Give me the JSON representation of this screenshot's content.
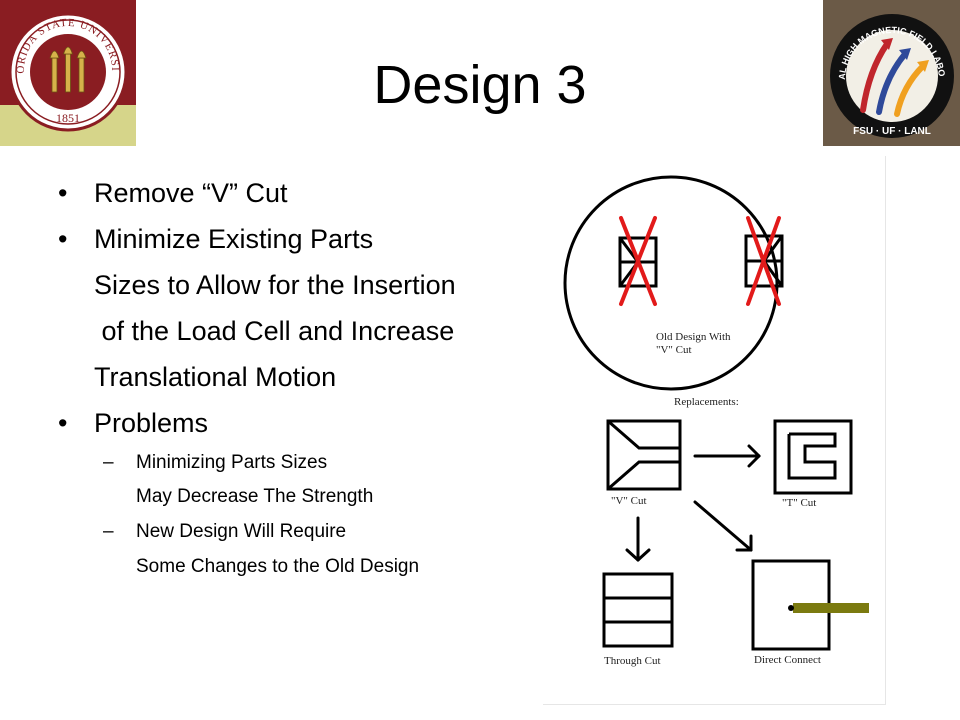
{
  "slide": {
    "title": "Design 3"
  },
  "logos": {
    "fsu": {
      "icon": "fsu-seal-icon",
      "text_top": "FLORIDA STATE UNIVERSITY",
      "year": "1851",
      "colors": {
        "garnet": "#8a1d22",
        "gold": "#d6d58a"
      }
    },
    "nhmfl": {
      "icon": "nhmfl-badge-icon",
      "text_arc": "NATIONAL HIGH MAGNETIC FIELD LABORATORY",
      "text_bottom": "FSU · UF · LANL",
      "colors": {
        "background": "#6b5a47",
        "red": "#c0262c",
        "blue": "#2f4a9a",
        "orange": "#f0a020"
      }
    }
  },
  "bullets": {
    "b1": "Remove “V” Cut",
    "b2": "Minimize Existing Parts",
    "b2_cont1": "Sizes to Allow for the Insertion",
    "b2_cont2": " of the Load Cell and Increase",
    "b2_cont3": "Translational Motion",
    "b3": "Problems",
    "sub1": "Minimizing Parts Sizes",
    "sub1_cont": "May Decrease The Strength",
    "sub2": "New Design Will Require",
    "sub2_cont": "Some Changes to the Old Design",
    "bullet_glyph": "•",
    "dash_glyph": "–"
  },
  "diagram": {
    "old_design_label_1": "Old Design With",
    "old_design_label_2": "\"V\" Cut",
    "replacements_label": "Replacements:",
    "v_cut_label": "\"V\" Cut",
    "t_cut_label": "\"T\" Cut",
    "through_cut_label": "Through Cut",
    "direct_connect_label": "Direct Connect",
    "colors": {
      "cross": "#e21a1a",
      "rod": "#7b7a10",
      "line": "#000000"
    }
  }
}
